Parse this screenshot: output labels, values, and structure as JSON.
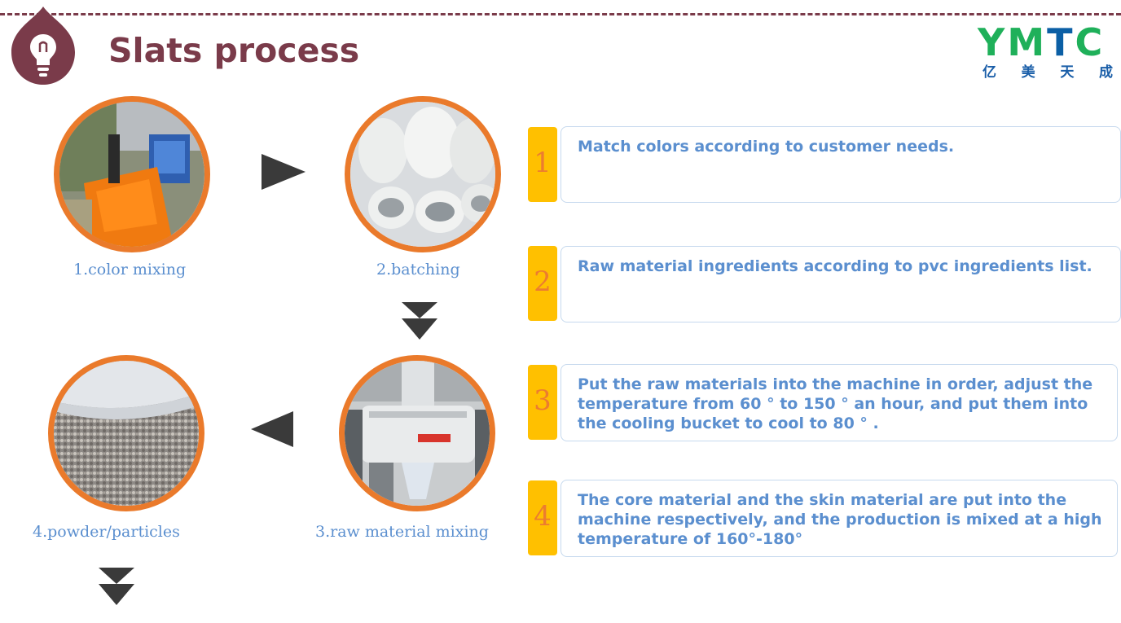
{
  "header": {
    "title": "Slats process",
    "logo": {
      "letters": [
        "Y",
        "M",
        "T",
        "C"
      ],
      "subtitle": [
        "亿",
        "美",
        "天",
        "成"
      ],
      "colors": {
        "green": "#1fb05a",
        "blue": "#0b5fa5"
      }
    },
    "icon": "lightbulb-drop-icon",
    "accent_color": "#7a3b4a"
  },
  "steps": [
    {
      "label": "1.color mixing",
      "image": "color-mixing-photo"
    },
    {
      "label": "2.batching",
      "image": "batching-photo"
    },
    {
      "label": "3.raw material mixing",
      "image": "mixing-machine-photo"
    },
    {
      "label": "4.powder/particles",
      "image": "particles-photo"
    }
  ],
  "descriptions": [
    {
      "number": "1",
      "text": "Match colors according to customer needs."
    },
    {
      "number": "2",
      "text": "Raw material ingredients according to pvc ingredients list."
    },
    {
      "number": "3",
      "text": "Put the raw materials into the machine in order, adjust the temperature from 60 ° to 150 ° an hour, and put them into the cooling bucket to cool to 80 ° ."
    },
    {
      "number": "4",
      "text": "The core material and the skin material are put into the machine respectively, and the production is mixed at a high temperature of 160°-180°"
    }
  ],
  "colors": {
    "circle_border": "#ea7a2b",
    "number_box": "#ffc000",
    "number_text": "#ec7c30",
    "description_text": "#5b8fcf",
    "arrow": "#3a3a3a"
  }
}
